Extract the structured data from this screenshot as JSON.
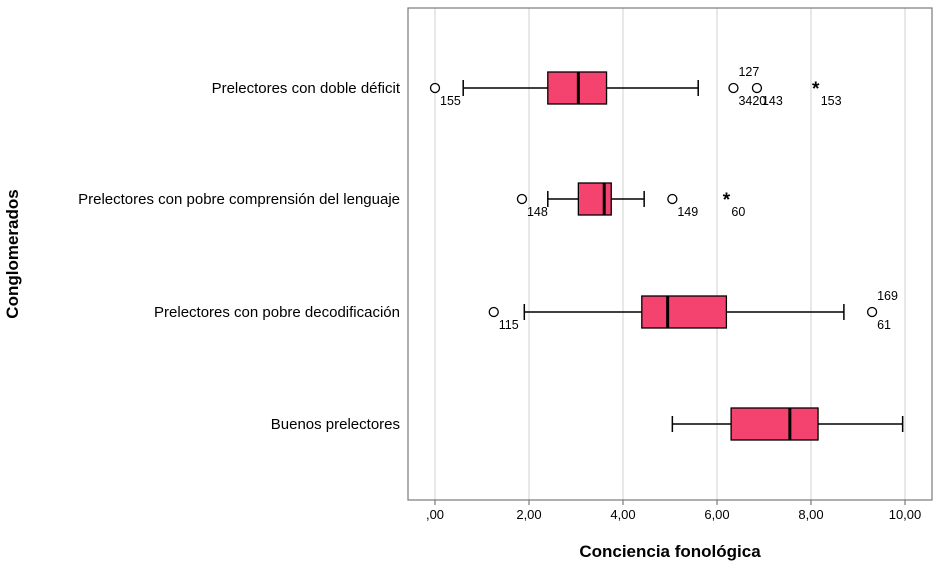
{
  "chart_data": {
    "type": "boxplot",
    "orientation": "horizontal",
    "xlabel": "Conciencia fonológica",
    "ylabel": "Conglomerados",
    "xlim": [
      0,
      10
    ],
    "xticks": [
      0,
      2,
      4,
      6,
      8,
      10
    ],
    "xtick_labels": [
      ",00",
      "2,00",
      "4,00",
      "6,00",
      "8,00",
      "10,00"
    ],
    "grid": true,
    "box_color": "#f4436e",
    "box_border_color": "#000000",
    "categories": [
      "Prelectores con doble déficit",
      "Prelectores con pobre comprensión del lenguaje",
      "Prelectores con pobre decodificación",
      "Buenos prelectores"
    ],
    "series": [
      {
        "category": "Prelectores con doble déficit",
        "whisker_low": 0.6,
        "q1": 2.4,
        "median": 3.05,
        "q3": 3.65,
        "whisker_high": 5.6,
        "outliers": [
          {
            "value": 0.0,
            "marker": "circle",
            "labels": [
              {
                "text": "155",
                "position": "below"
              }
            ]
          },
          {
            "value": 6.35,
            "marker": "circle",
            "labels": [
              {
                "text": "127",
                "position": "above"
              },
              {
                "text": "3420",
                "position": "below"
              }
            ]
          },
          {
            "value": 6.85,
            "marker": "circle",
            "labels": [
              {
                "text": "143",
                "position": "below"
              }
            ]
          },
          {
            "value": 8.1,
            "marker": "asterisk",
            "labels": [
              {
                "text": "153",
                "position": "below"
              }
            ]
          }
        ]
      },
      {
        "category": "Prelectores con pobre comprensión del lenguaje",
        "whisker_low": 2.4,
        "q1": 3.05,
        "median": 3.6,
        "q3": 3.75,
        "whisker_high": 4.45,
        "outliers": [
          {
            "value": 1.85,
            "marker": "circle",
            "labels": [
              {
                "text": "148",
                "position": "below"
              }
            ]
          },
          {
            "value": 5.05,
            "marker": "circle",
            "labels": [
              {
                "text": "149",
                "position": "below"
              }
            ]
          },
          {
            "value": 6.2,
            "marker": "asterisk",
            "labels": [
              {
                "text": "60",
                "position": "below"
              }
            ]
          }
        ]
      },
      {
        "category": "Prelectores con pobre decodificación",
        "whisker_low": 1.9,
        "q1": 4.4,
        "median": 4.95,
        "q3": 6.2,
        "whisker_high": 8.7,
        "outliers": [
          {
            "value": 1.25,
            "marker": "circle",
            "labels": [
              {
                "text": "115",
                "position": "below"
              }
            ]
          },
          {
            "value": 9.3,
            "marker": "circle",
            "labels": [
              {
                "text": "169",
                "position": "above"
              },
              {
                "text": "61",
                "position": "below"
              }
            ]
          }
        ]
      },
      {
        "category": "Buenos prelectores",
        "whisker_low": 5.05,
        "q1": 6.3,
        "median": 7.55,
        "q3": 8.15,
        "whisker_high": 9.95,
        "outliers": []
      }
    ]
  }
}
